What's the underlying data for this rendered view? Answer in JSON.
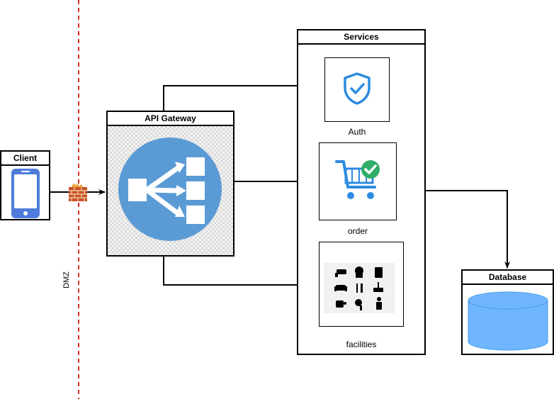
{
  "nodes": {
    "client": {
      "title": "Client",
      "icon": "smartphone-icon"
    },
    "api_gateway": {
      "title": "API Gateway",
      "icon": "load-balancer-icon"
    },
    "services": {
      "title": "Services",
      "items": [
        {
          "label": "Auth",
          "icon": "shield-check-icon"
        },
        {
          "label": "order",
          "icon": "shopping-cart-icon"
        },
        {
          "label": "facilities",
          "icon": "facilities-icon-grid"
        }
      ]
    },
    "database": {
      "title": "Database",
      "icon": "database-cylinder-icon"
    }
  },
  "zone": {
    "label": "DMZ",
    "line_color": "#e0302a"
  },
  "firewall": {
    "icon": "firewall-icon"
  },
  "colors": {
    "gateway_circle": "#5b9bd5",
    "database_fill": "#6fb6ff",
    "phone_blue": "#4f7cdb",
    "cart_blue": "#2d8be0",
    "check_green": "#2fae6a"
  }
}
